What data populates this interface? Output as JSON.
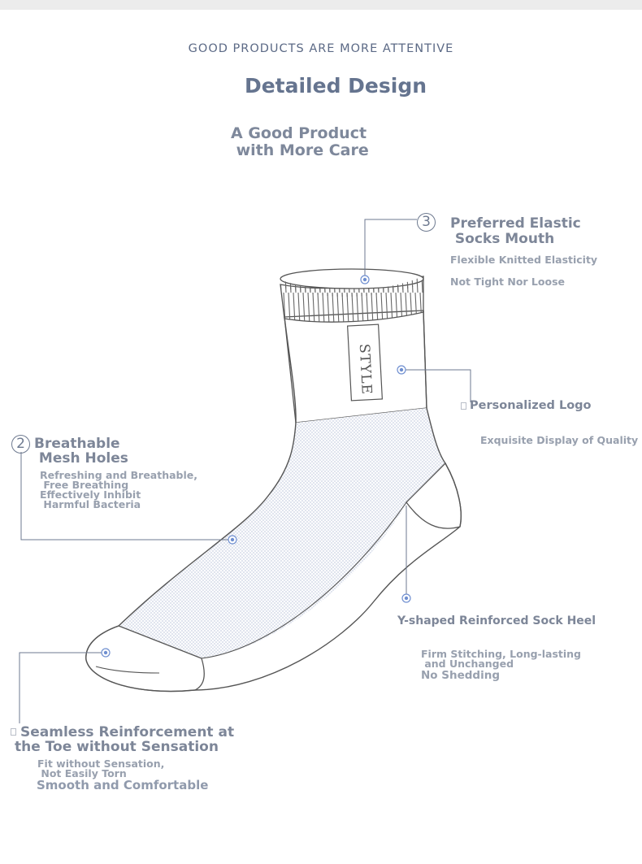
{
  "header": {
    "tagline": "GOOD PRODUCTS ARE MORE ATTENTIVE",
    "title": "Detailed Design",
    "subtitle_line1": "A Good Product",
    "subtitle_line2": " with More Care"
  },
  "illustration": {
    "style_label": "STYLE"
  },
  "features": {
    "socks_mouth": {
      "number": "3",
      "title_line1": "Preferred Elastic",
      "title_line2": " Socks Mouth",
      "desc_line1": "Flexible Knitted Elasticity",
      "desc_line2": "Not Tight Nor Loose"
    },
    "logo": {
      "title": "Personalized Logo",
      "desc": "Exquisite Display of Quality Lif"
    },
    "mesh": {
      "number": "2",
      "title_line1": "Breathable",
      "title_line2": " Mesh Holes",
      "desc_line1": "Refreshing and Breathable,",
      "desc_line2": " Free Breathing",
      "desc_line3": "Effectively Inhibit",
      "desc_line4": " Harmful Bacteria"
    },
    "heel": {
      "title": "Y-shaped Reinforced Sock Heel",
      "desc_line1": "Firm Stitching, Long-lasting",
      "desc_line2": " and Unchanged",
      "desc_line3": "No Shedding"
    },
    "toe": {
      "title_line1": "Seamless Reinforcement at",
      "title_line2": "the Toe without Sensation",
      "desc_line1": "Fit without Sensation,",
      "desc_line2": " Not Easily Torn",
      "desc_line3": "Smooth and Comfortable"
    }
  },
  "colors": {
    "accent": "#6e7a90",
    "marker": "#6f8fd0",
    "outline": "#555555",
    "mesh": "#cfd6e6"
  }
}
